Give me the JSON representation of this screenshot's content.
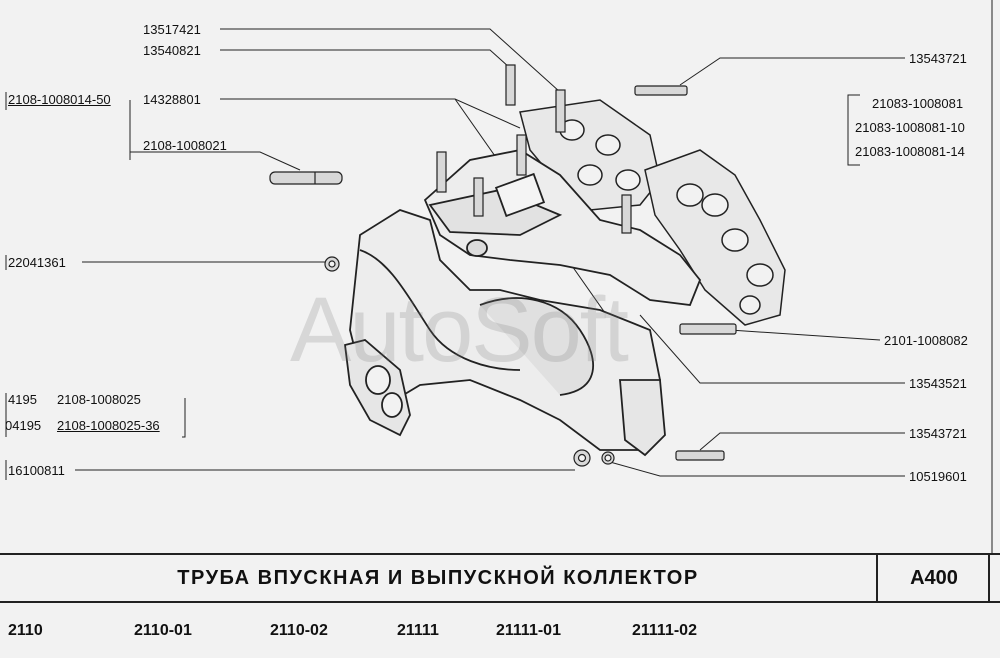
{
  "labels": {
    "p13517421": "13517421",
    "p13540821": "13540821",
    "p2108_1008014_50": "2108-1008014-50",
    "p14328801": "14328801",
    "p2108_1008021": "2108-1008021",
    "p22041361": "22041361",
    "p14195": "4195",
    "p04195": "04195",
    "p2108_1008025": "2108-1008025",
    "p2108_1008025_36": "2108-1008025-36",
    "p16100811": "16100811",
    "p13543721_top": "13543721",
    "p21083_1008081": "21083-1008081",
    "p21083_1008081_10": "21083-1008081-10",
    "p21083_1008081_14": "21083-1008081-14",
    "p2101_1008082": "2101-1008082",
    "p13543521": "13543521",
    "p13543721_bottom": "13543721",
    "p10519601": "10519601"
  },
  "watermark": "AutoSoft",
  "title_bar": {
    "title": "ТРУБА ВПУСКНАЯ И ВЫПУСКНОЙ КОЛЛЕКТОР",
    "code": "A400"
  },
  "models": [
    "2110",
    "2110-01",
    "2110-02",
    "21111",
    "21111-01",
    "21111-02"
  ]
}
